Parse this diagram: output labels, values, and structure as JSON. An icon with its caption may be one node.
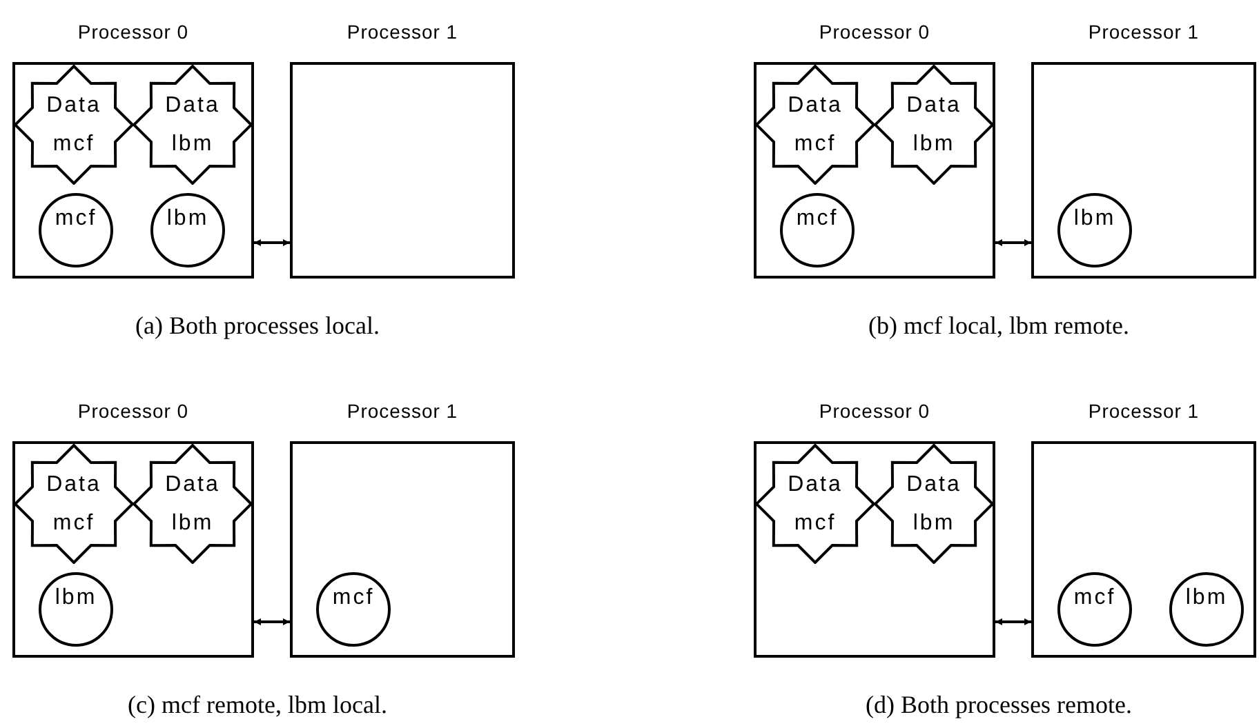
{
  "diagram": {
    "nodes": [
      {
        "text": [
          "Processor 0"
        ]
      },
      {
        "text": [
          "Data mcf"
        ],
        "in": 0
      },
      {
        "text": [
          "Data lbm"
        ],
        "in": 0
      },
      {
        "text": [
          "mcf"
        ],
        "in": 0
      },
      {
        "text": [
          "lbm"
        ],
        "in": 0
      },
      {
        "text": [
          "Processor 1"
        ]
      },
      {
        "text": [
          "Processor 0"
        ]
      },
      {
        "text": [
          "Data mcf"
        ],
        "in": 6
      },
      {
        "text": [
          "Data lbm"
        ],
        "in": 6
      },
      {
        "text": [
          "mcf"
        ],
        "in": 6
      },
      {
        "text": [
          "Processor 1"
        ]
      },
      {
        "text": [
          "lbm"
        ],
        "in": 10
      },
      {
        "text": [
          "Processor 0"
        ]
      },
      {
        "text": [
          "Data mcf"
        ],
        "in": 12
      },
      {
        "text": [
          "Data lbm"
        ],
        "in": 12
      },
      {
        "text": [
          "lbm"
        ],
        "in": 12
      },
      {
        "text": [
          "Processor 1"
        ]
      },
      {
        "text": [
          "mcf"
        ],
        "in": 16
      },
      {
        "text": [
          "Processor 0"
        ]
      },
      {
        "text": [
          "Data mcf"
        ],
        "in": 18
      },
      {
        "text": [
          "Data lbm"
        ],
        "in": 18
      },
      {
        "text": [
          "Processor 1"
        ]
      },
      {
        "text": [
          "mcf"
        ],
        "in": 21
      },
      {
        "text": [
          "lbm"
        ],
        "in": 21
      }
    ],
    "edges": [
      {
        "from": 0,
        "to": 5,
        "arrow": "both"
      },
      {
        "from": 6,
        "to": 10,
        "arrow": "both"
      },
      {
        "from": 12,
        "to": 16,
        "arrow": "both"
      },
      {
        "from": 18,
        "to": 21,
        "arrow": "both"
      }
    ],
    "labels": [
      "(a) Both processes local.",
      "(b) mcf local, lbm remote.",
      "(c) mcf remote, lbm local.",
      "(d) Both processes remote."
    ]
  }
}
